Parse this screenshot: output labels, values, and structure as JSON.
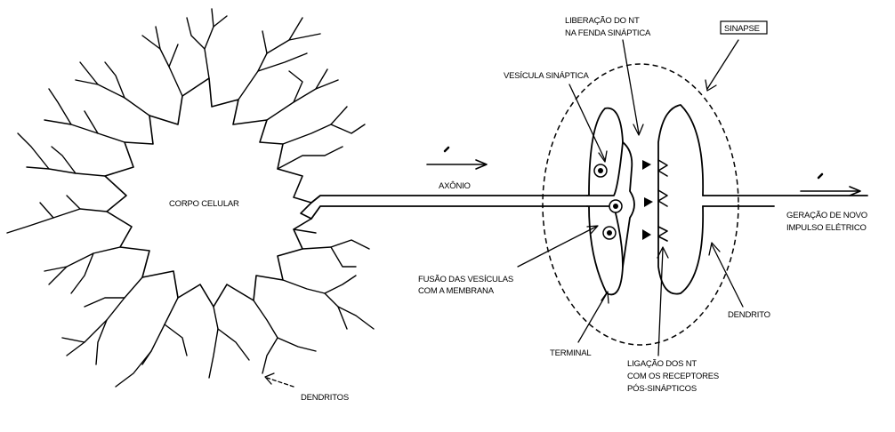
{
  "diagram": {
    "labels": {
      "corpo_celular": "CORPO CELULAR",
      "axonio": "AXÔNIO",
      "dendritos": "DENDRITOS",
      "sinapse": "SINAPSE",
      "liberacao_l1": "LIBERAÇÃO DO NT",
      "liberacao_l2": "NA FENDA SINÁPTICA",
      "vesicula": "VESÍCULA SINÁPTICA",
      "fusao_l1": "FUSÃO DAS VESÍCULAS",
      "fusao_l2": "COM A MEMBRANA",
      "terminal": "TERMINAL",
      "ligacao_l1": "LIGAÇÃO DOS NT",
      "ligacao_l2": "COM OS RECEPTORES",
      "ligacao_l3": "PÓS-SINÁPTICOS",
      "dendrito": "DENDRITO",
      "geracao_l1": "GERAÇÃO DE NOVO",
      "geracao_l2": "IMPULSO ELÉTRICO"
    },
    "colors": {
      "line": "#000000",
      "background": "#ffffff"
    }
  }
}
